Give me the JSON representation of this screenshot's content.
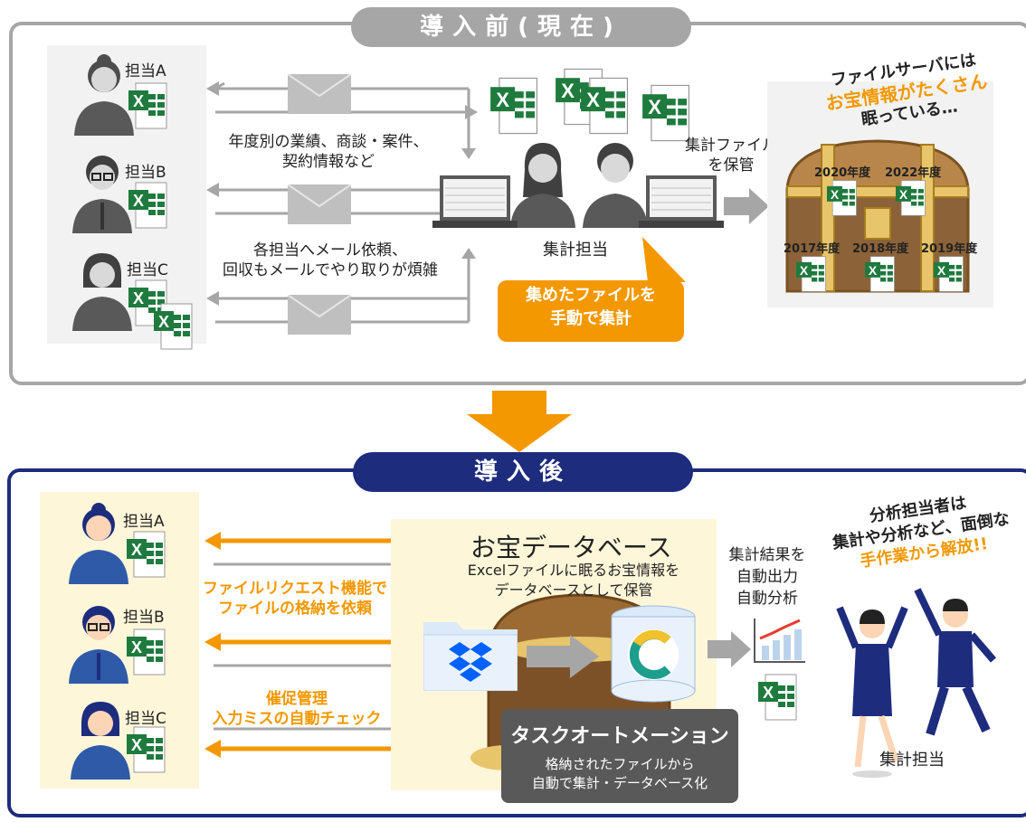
{
  "before": {
    "title": "導入前(現在)",
    "people": [
      "担当A",
      "担当B",
      "担当C"
    ],
    "mail_text_1": [
      "年度別の業績、商談・案件、",
      "契約情報など"
    ],
    "mail_text_2": [
      "各担当へメール依頼、",
      "回収もメールでやり取りが煩雑"
    ],
    "aggregator_label": "集計担当",
    "callout": [
      "集めたファイルを",
      "手動で集計"
    ],
    "store_label": [
      "集計ファイル",
      "を保管"
    ],
    "treasure_caption": [
      "ファイルサーバには",
      "お宝情報がたくさん",
      "眠っている…"
    ],
    "years": [
      "2020年度",
      "2022年度",
      "2017年度",
      "2018年度",
      "2019年度"
    ]
  },
  "after": {
    "title": "導入後",
    "people": [
      "担当A",
      "担当B",
      "担当C"
    ],
    "request_text": [
      "ファイルリクエスト機能で",
      "ファイルの格納を依頼"
    ],
    "promo_text": [
      "催促管理",
      "入力ミスの自動チェック"
    ],
    "db_title": "お宝データベース",
    "db_sub": [
      "Excelファイルに眠るお宝情報を",
      "データベースとして保管"
    ],
    "output_text": [
      "集計結果を",
      "自動出力",
      "自動分析"
    ],
    "automation_title": "タスクオートメーション",
    "automation_sub": [
      "格納されたファイルから",
      "自動で集計・データベース化"
    ],
    "analyst_caption": [
      "分析担当者は",
      "集計や分析など、面倒な",
      "手作業から解放!!"
    ],
    "aggregator_label": "集計担当"
  },
  "colors": {
    "orange": "#f39800",
    "navy": "#1e2c7e",
    "gray_pill": "#a6a6a6",
    "excel_green": "#1f7a3e"
  },
  "icons": [
    "person-icon",
    "excel-icon",
    "mail-icon",
    "laptop-icon",
    "treasure-chest-icon",
    "dropbox-icon",
    "database-icon",
    "chart-icon",
    "down-arrow-icon"
  ]
}
